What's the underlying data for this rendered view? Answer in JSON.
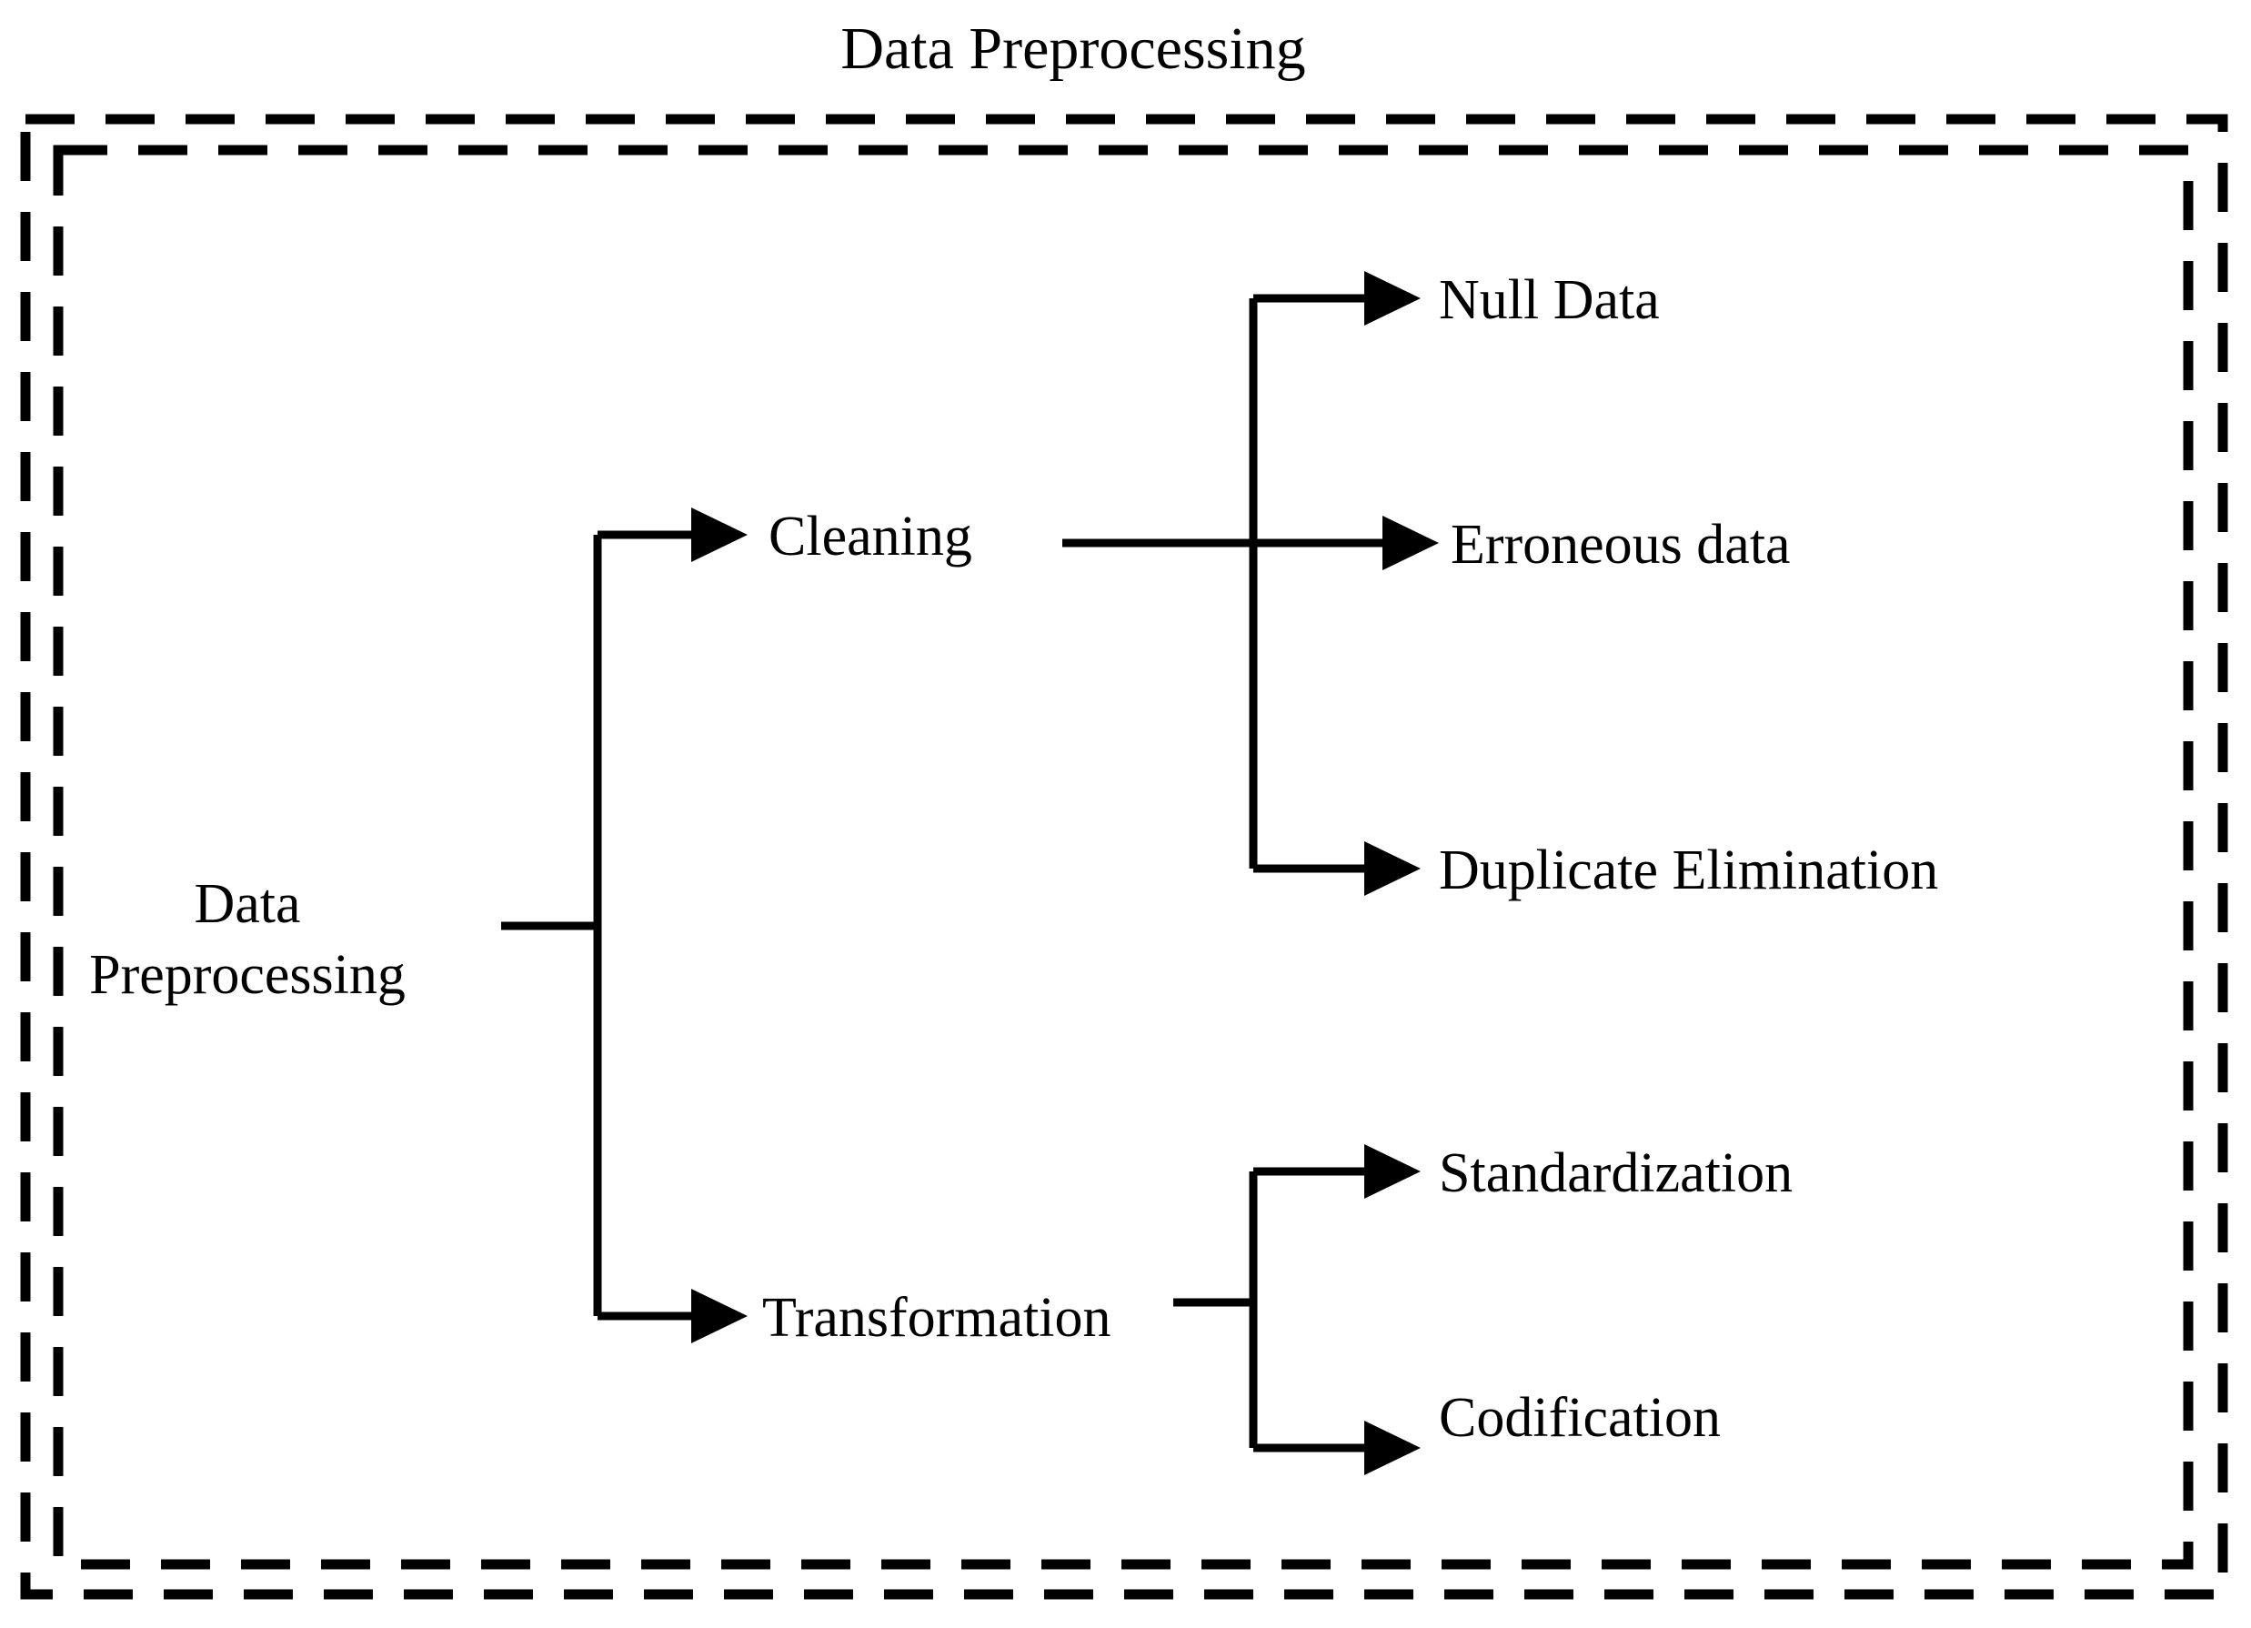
{
  "title": "Data Preprocessing",
  "root": {
    "label_line1": "Data",
    "label_line2": "Preprocessing"
  },
  "branches": [
    {
      "label": "Cleaning",
      "children": [
        {
          "label": "Null Data"
        },
        {
          "label": "Erroneous data"
        },
        {
          "label": "Duplicate Elimination"
        }
      ]
    },
    {
      "label": "Transformation",
      "children": [
        {
          "label": "Standardization"
        },
        {
          "label": "Codification"
        }
      ]
    }
  ],
  "colors": {
    "line": "#000000",
    "text": "#000000",
    "background": "#ffffff"
  },
  "frame": {
    "style": "double-dashed-rectangle"
  }
}
